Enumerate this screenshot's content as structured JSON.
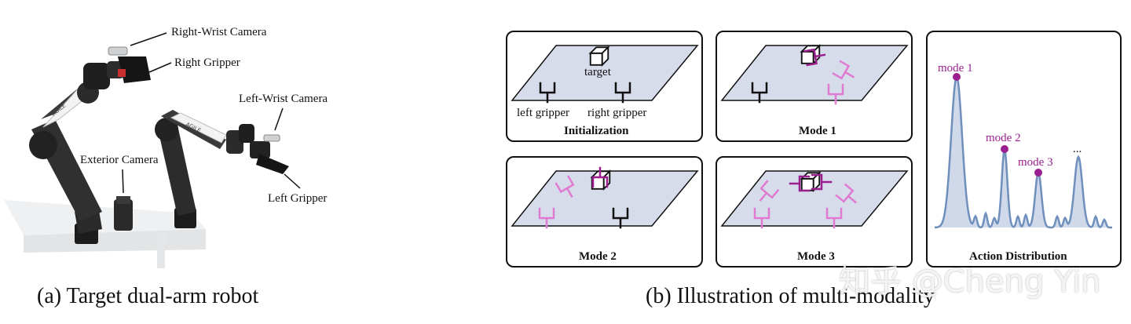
{
  "figure_a": {
    "caption": "(a) Target dual-arm robot",
    "labels": {
      "right_wrist_camera": "Right-Wrist Camera",
      "right_gripper": "Right Gripper",
      "left_wrist_camera": "Left-Wrist Camera",
      "exterior_camera": "Exterior Camera",
      "left_gripper": "Left Gripper",
      "arm_brand": "AGILE"
    }
  },
  "figure_b": {
    "caption": "(b) Illustration of multi-modality",
    "panels": {
      "init": {
        "title": "Initialization",
        "target": "target",
        "left": "left gripper",
        "right": "right gripper"
      },
      "mode1": {
        "title": "Mode 1"
      },
      "mode2": {
        "title": "Mode 2"
      },
      "mode3": {
        "title": "Mode 3"
      }
    },
    "distribution": {
      "title": "Action Distribution",
      "peaks": [
        "mode 1",
        "mode 2",
        "mode 3",
        "..."
      ]
    },
    "colors": {
      "mode": "#9b1f8f",
      "mode_light": "#e07ad2",
      "plane": "#d6dcea",
      "curve": "#6f8fbc",
      "curve_fill": "#cfd9ea"
    }
  },
  "watermark": "知乎 @Cheng Yin"
}
